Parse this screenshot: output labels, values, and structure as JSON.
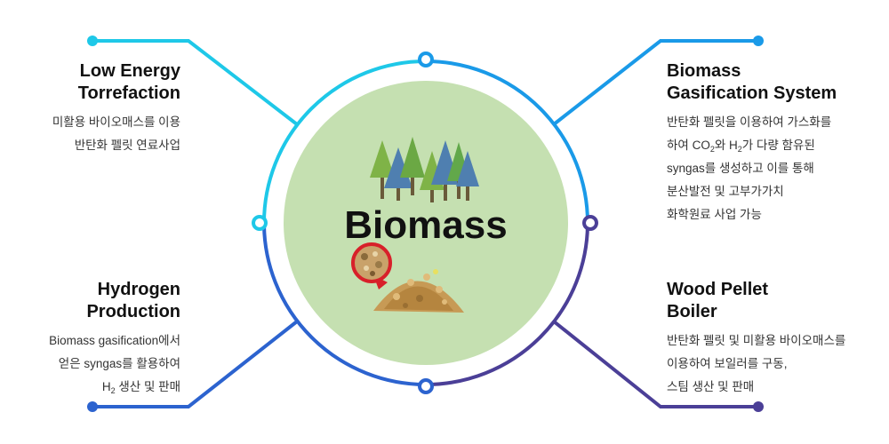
{
  "center": {
    "label": "Biomass"
  },
  "colors": {
    "circle_fill": "#c5e0b1",
    "ring_top_left": "#1ec8e8",
    "ring_left": "#2a8fe0",
    "ring_bottom_left": "#2c63cf",
    "ring_right": "#4b3f97",
    "node_dots_top_right": "#1a9ae8",
    "text_dark": "#111111"
  },
  "blocks": {
    "top_left": {
      "title_lines": [
        "Low Energy",
        "Torrefaction"
      ],
      "desc_lines": [
        "미활용 바이오매스를 이용",
        "반탄화 펠릿 연료사업"
      ]
    },
    "bottom_left": {
      "title_lines": [
        "Hydrogen",
        "Production"
      ],
      "desc_line1": "Biomass gasification에서",
      "desc_line2": "얻은 syngas를 활용하여",
      "desc_line3_pre": "H",
      "desc_line3_sub": "2",
      "desc_line3_post": " 생산 및 판매"
    },
    "top_right": {
      "title_lines": [
        "Biomass",
        "Gasification System"
      ],
      "desc_line1": "반탄화 펠릿을 이용하여 가스화를",
      "desc_line2_a": "하여 CO",
      "desc_line2_sub1": "2",
      "desc_line2_b": "와 H",
      "desc_line2_sub2": "2",
      "desc_line2_c": "가 다량 함유된",
      "desc_line3": "syngas를 생성하고 이를 통해",
      "desc_line4": "분산발전 및 고부가가치",
      "desc_line5": "화학원료 사업 가능"
    },
    "bottom_right": {
      "title_lines": [
        "Wood Pellet",
        "Boiler"
      ],
      "desc_lines": [
        "반탄화 펠릿 및 미활용 바이오매스를",
        "이용하여 보일러를 구동,",
        "스팀 생산 및 판매"
      ]
    }
  }
}
